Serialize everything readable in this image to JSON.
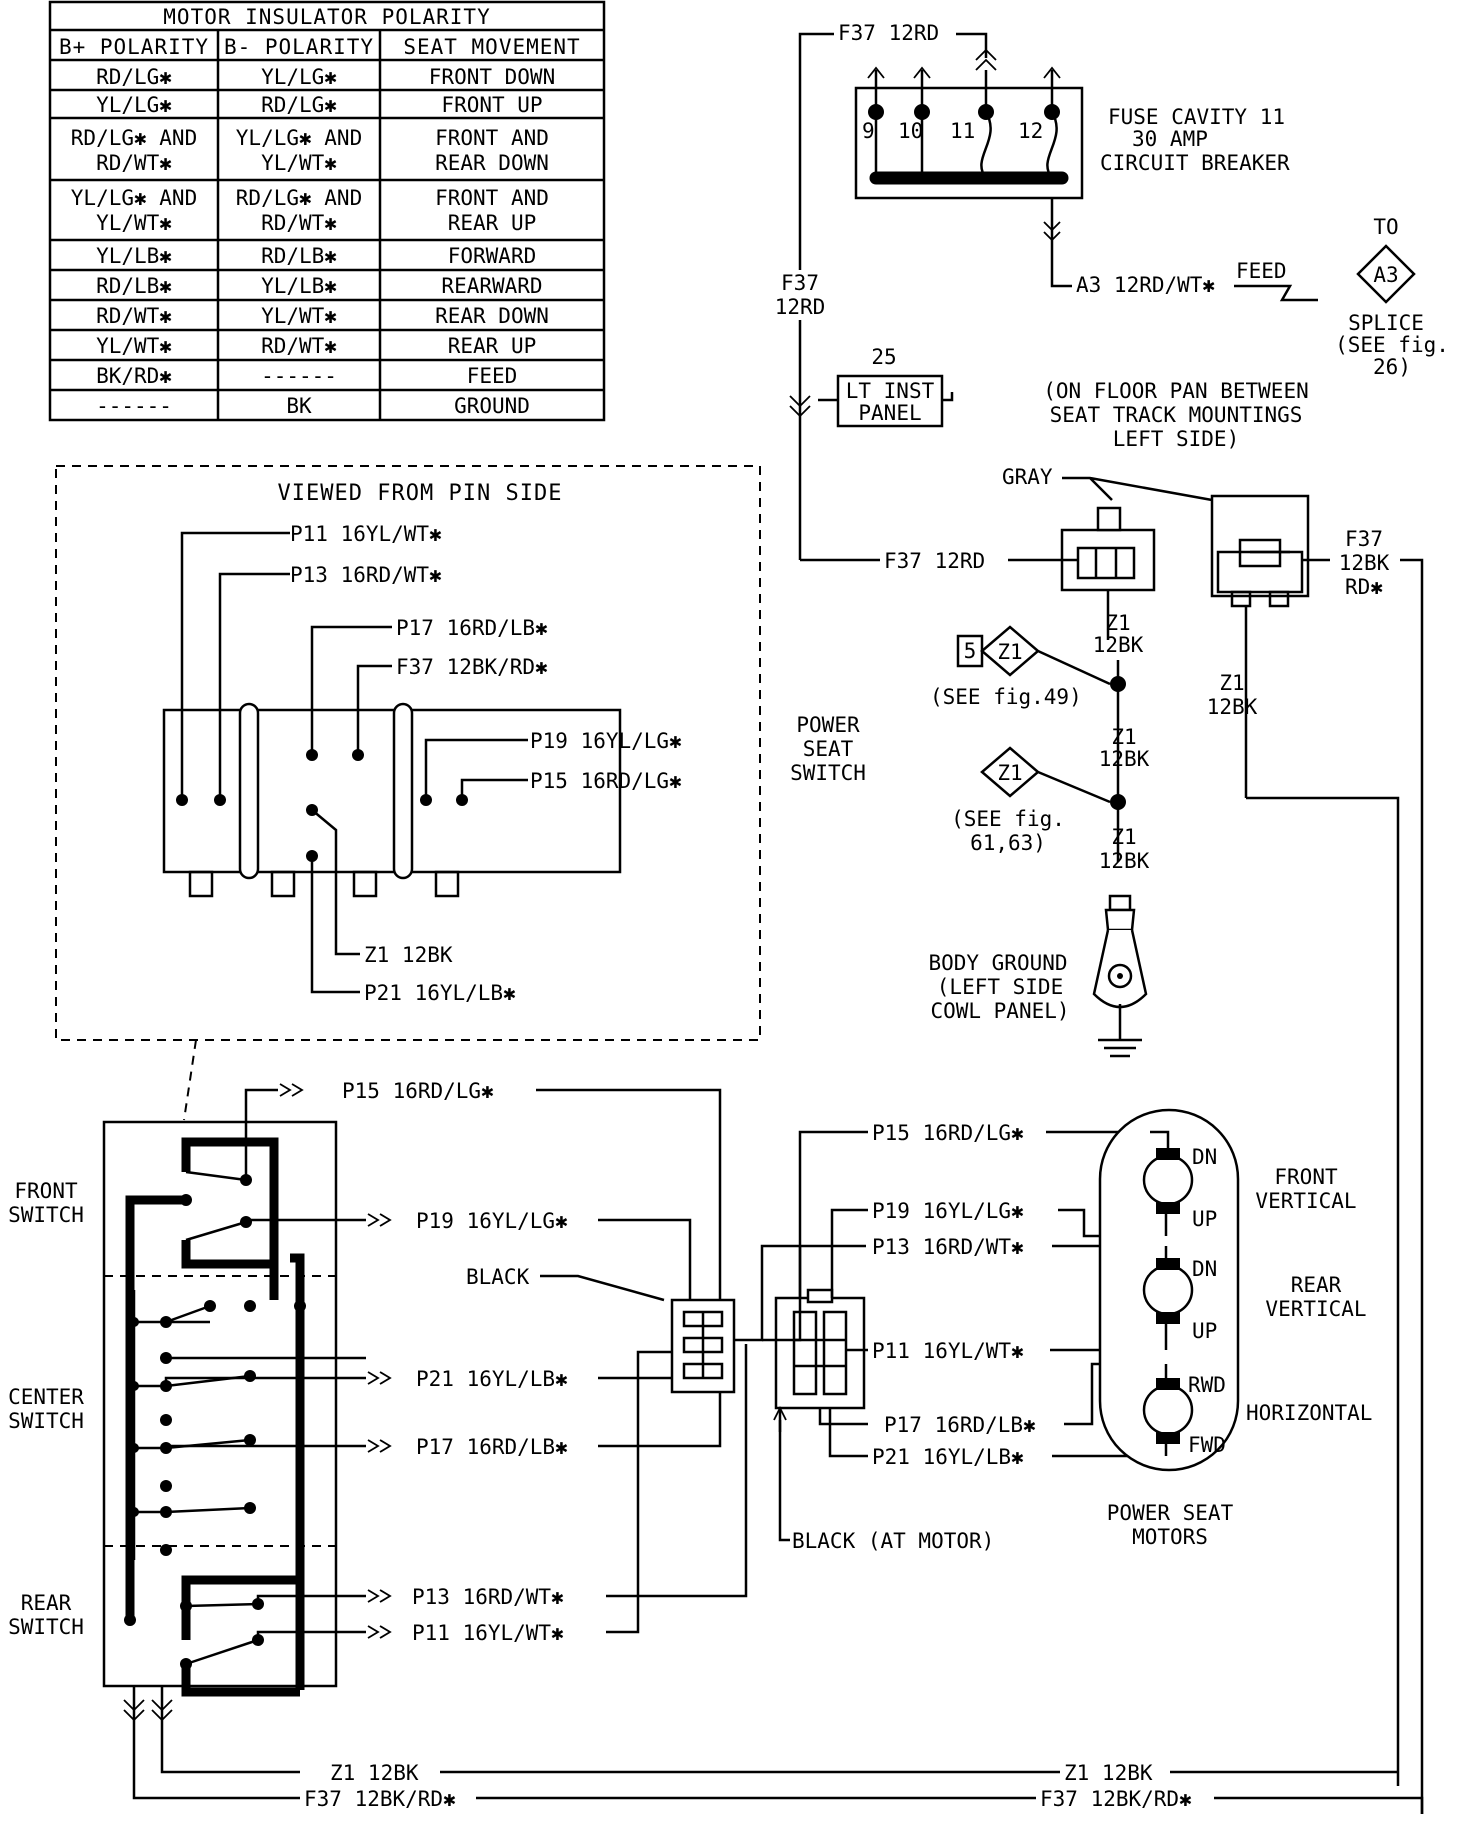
{
  "polarity_table": {
    "title": "MOTOR INSULATOR POLARITY",
    "headers": [
      "B+ POLARITY",
      "B- POLARITY",
      "SEAT MOVEMENT"
    ],
    "rows": [
      {
        "b_plus": "RD/LG✱",
        "b_minus": "YL/LG✱",
        "movement": "FRONT DOWN"
      },
      {
        "b_plus": "YL/LG✱",
        "b_minus": "RD/LG✱",
        "movement": "FRONT UP"
      },
      {
        "b_plus": "RD/LG✱ AND",
        "b_plus_2": "RD/WT✱",
        "b_minus": "YL/LG✱ AND",
        "b_minus_2": "YL/WT✱",
        "movement": "FRONT AND",
        "movement_2": "REAR DOWN"
      },
      {
        "b_plus": "YL/LG✱ AND",
        "b_plus_2": "YL/WT✱",
        "b_minus": "RD/LG✱ AND",
        "b_minus_2": "RD/WT✱",
        "movement": "FRONT AND",
        "movement_2": "REAR UP"
      },
      {
        "b_plus": "YL/LB✱",
        "b_minus": "RD/LB✱",
        "movement": "FORWARD"
      },
      {
        "b_plus": "RD/LB✱",
        "b_minus": "YL/LB✱",
        "movement": "REARWARD"
      },
      {
        "b_plus": "RD/WT✱",
        "b_minus": "YL/WT✱",
        "movement": "REAR DOWN"
      },
      {
        "b_plus": "YL/WT✱",
        "b_minus": "RD/WT✱",
        "movement": "REAR UP"
      },
      {
        "b_plus": "BK/RD✱",
        "b_minus": "------",
        "movement": "FEED"
      },
      {
        "b_plus": "------",
        "b_minus": "BK",
        "movement": "GROUND"
      }
    ]
  },
  "pin_view": {
    "title": "VIEWED FROM PIN SIDE",
    "pins": [
      "P11 16YL/WT✱",
      "P13 16RD/WT✱",
      "P17 16RD/LB✱",
      "F37 12BK/RD✱",
      "P19 16YL/LG✱",
      "P15 16RD/LG✱",
      "Z1 12BK",
      "P21 16YL/LB✱"
    ]
  },
  "power_seat_switch_label": [
    "POWER",
    "SEAT",
    "SWITCH"
  ],
  "fuse": {
    "top_wire": "F37 12RD",
    "pins": [
      "9",
      "10",
      "11",
      "12"
    ],
    "label": [
      "FUSE CAVITY 11",
      "30 AMP",
      "CIRCUIT BREAKER"
    ],
    "side_wire": [
      "F37",
      "12RD"
    ],
    "a3_wire": "A3 12RD/WT✱",
    "feed": "FEED",
    "to": "TO",
    "splice_id": "A3",
    "splice_label": [
      "SPLICE",
      "(SEE fig.",
      "26)"
    ]
  },
  "lt_inst_panel": {
    "number": "25",
    "label": [
      "LT INST",
      "PANEL"
    ]
  },
  "floor_pan_note": [
    "(ON FLOOR PAN BETWEEN",
    "SEAT TRACK MOUNTINGS",
    "LEFT SIDE)"
  ],
  "gray_label": "GRAY",
  "f37_12rd_label": "F37 12RD",
  "right_connector_wire": [
    "F37",
    "12BK",
    "RD✱"
  ],
  "ground_chain": {
    "z1": "Z1",
    "bk": "12BK",
    "ref1_num": "5",
    "ref1_id": "Z1",
    "ref1_note": "(SEE fig.49)",
    "ref2_id": "Z1",
    "ref2_note": [
      "(SEE fig.",
      "61,63)"
    ],
    "body_ground": [
      "BODY GROUND",
      "(LEFT SIDE",
      "COWL PANEL)"
    ]
  },
  "switch_labels": {
    "front": [
      "FRONT",
      "SWITCH"
    ],
    "center": [
      "CENTER",
      "SWITCH"
    ],
    "rear": [
      "REAR",
      "SWITCH"
    ]
  },
  "switch_wires": [
    "P15 16RD/LG✱",
    "P19 16YL/LG✱",
    "P21 16YL/LB✱",
    "P17 16RD/LB✱",
    "P13 16RD/WT✱",
    "P11 16YL/WT✱"
  ],
  "black_label": "BLACK",
  "black_at_motor": "BLACK (AT MOTOR)",
  "motor_wires": [
    "P15 16RD/LG✱",
    "P19 16YL/LG✱",
    "P13 16RD/WT✱",
    "P11 16YL/WT✱",
    "P17 16RD/LB✱",
    "P21 16YL/LB✱"
  ],
  "motors": {
    "front": {
      "label": [
        "FRONT",
        "VERTICAL"
      ],
      "top": "DN",
      "bottom": "UP"
    },
    "rear": {
      "label": [
        "REAR",
        "VERTICAL"
      ],
      "top": "DN",
      "bottom": "UP"
    },
    "horizontal": {
      "label": "HORIZONTAL",
      "top": "RWD",
      "bottom": "FWD"
    },
    "group_label": [
      "POWER SEAT",
      "MOTORS"
    ]
  },
  "bottom_wires": {
    "z1_left": "Z1 12BK",
    "z1_right": "Z1 12BK",
    "f37_left": "F37 12BK/RD✱",
    "f37_right": "F37 12BK/RD✱"
  }
}
